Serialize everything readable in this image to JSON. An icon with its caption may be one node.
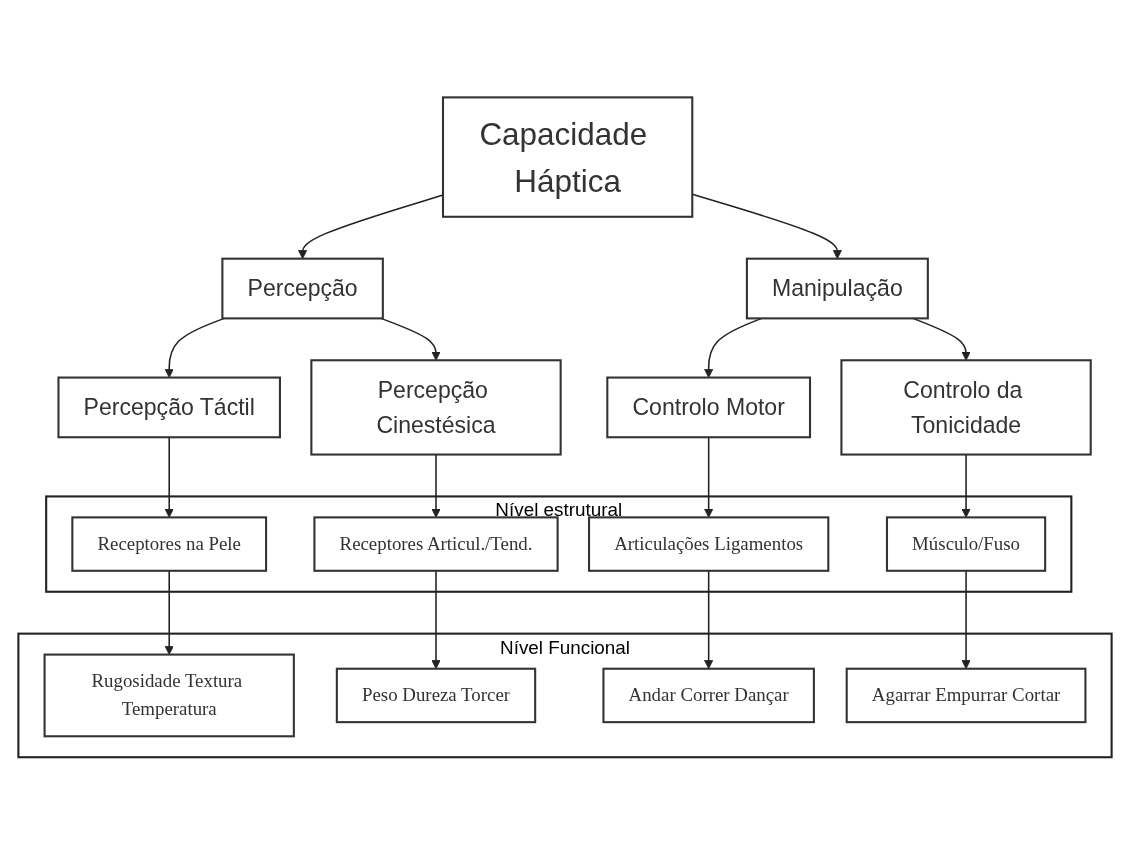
{
  "diagram": {
    "nodes": [
      {
        "text": [
          "Capacidade Háptica"
        ]
      },
      {
        "text": [
          "Percepção"
        ]
      },
      {
        "text": [
          "Manipulação"
        ]
      },
      {
        "text": [
          "Percepção Táctil"
        ]
      },
      {
        "text": [
          "Percepção Cinestésica"
        ]
      },
      {
        "text": [
          "Controlo Motor"
        ]
      },
      {
        "text": [
          "Controlo da Tonicidade"
        ]
      },
      {
        "text": [
          "Nível estrutural"
        ]
      },
      {
        "text": [
          "Receptores na Pele"
        ],
        "in": 7
      },
      {
        "text": [
          "Receptores Articul./Tend."
        ],
        "in": 7
      },
      {
        "text": [
          "Articulações Ligamentos"
        ],
        "in": 7
      },
      {
        "text": [
          "Músculo/Fuso"
        ],
        "in": 7
      },
      {
        "text": [
          "Nível Funcional"
        ]
      },
      {
        "text": [
          "Rugosidade Textura Temperatura"
        ],
        "in": 12
      },
      {
        "text": [
          "Peso Dureza Torcer"
        ],
        "in": 12
      },
      {
        "text": [
          "Andar Correr Dançar"
        ],
        "in": 12
      },
      {
        "text": [
          "Agarrar Empurrar Cortar"
        ],
        "in": 12
      }
    ],
    "edges": [
      {
        "from": 0,
        "to": 1,
        "arrow": "to"
      },
      {
        "from": 0,
        "to": 2,
        "arrow": "to"
      },
      {
        "from": 1,
        "to": 3,
        "arrow": "to"
      },
      {
        "from": 1,
        "to": 4,
        "arrow": "to"
      },
      {
        "from": 2,
        "to": 5,
        "arrow": "to"
      },
      {
        "from": 2,
        "to": 6,
        "arrow": "to"
      },
      {
        "from": 3,
        "to": 8,
        "arrow": "to"
      },
      {
        "from": 4,
        "to": 9,
        "arrow": "to"
      },
      {
        "from": 5,
        "to": 10,
        "arrow": "to"
      },
      {
        "from": 6,
        "to": 11,
        "arrow": "to"
      },
      {
        "from": 8,
        "to": 13,
        "arrow": "to"
      },
      {
        "from": 9,
        "to": 14,
        "arrow": "to"
      },
      {
        "from": 10,
        "to": 15,
        "arrow": "to"
      },
      {
        "from": 11,
        "to": 16,
        "arrow": "to"
      }
    ]
  }
}
